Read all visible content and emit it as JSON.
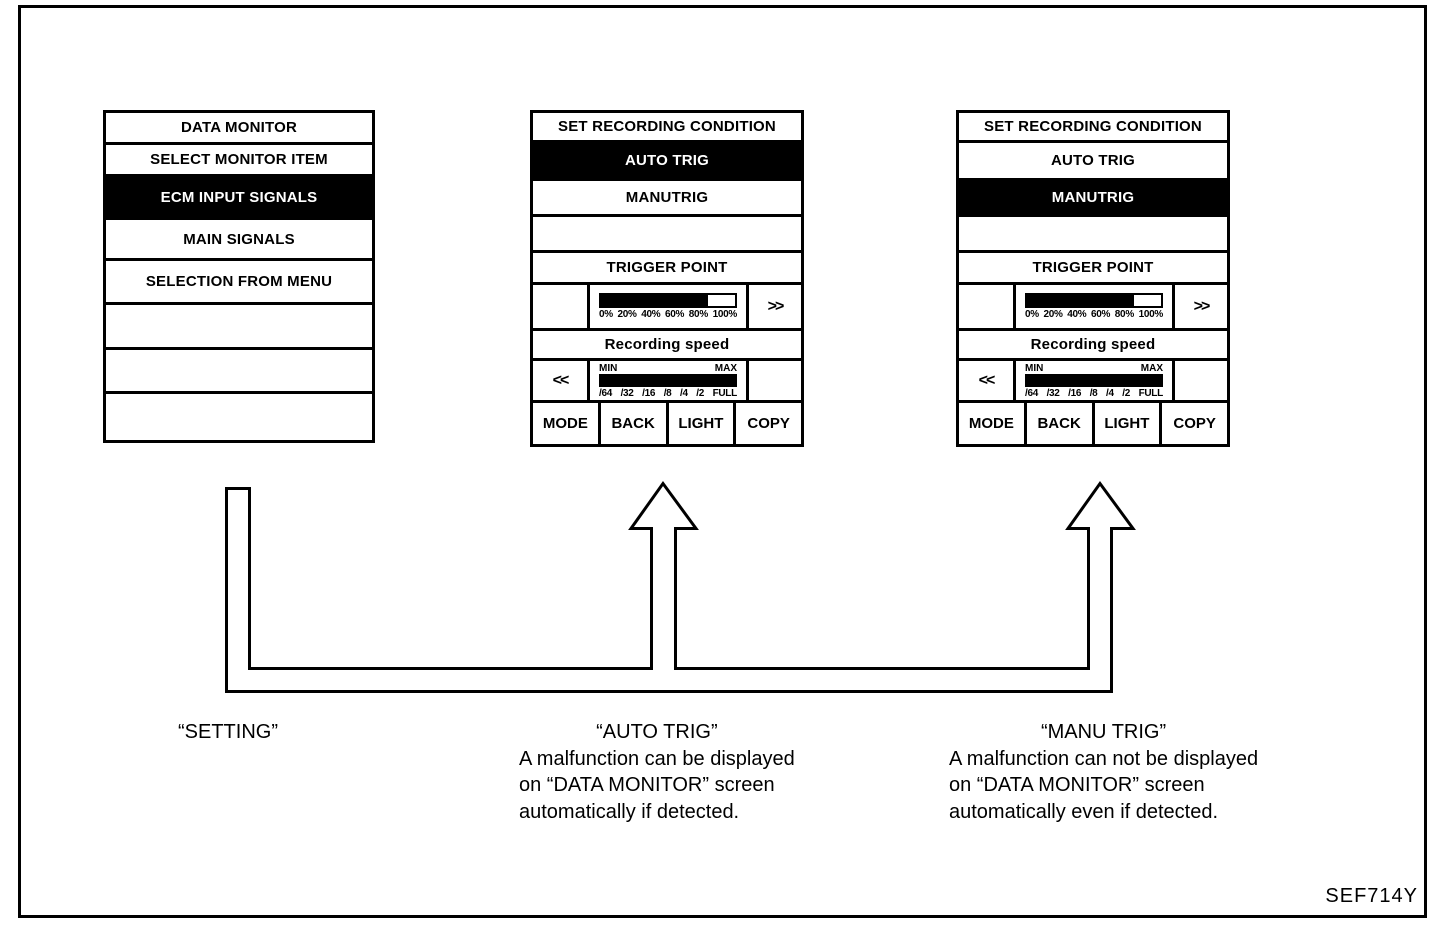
{
  "data_monitor_screen": {
    "title": "DATA MONITOR",
    "selected_item": "ECM INPUT SIGNALS",
    "items": [
      "SELECT MONITOR ITEM",
      "ECM INPUT SIGNALS",
      "MAIN SIGNALS",
      "SELECTION FROM MENU",
      "",
      "",
      ""
    ]
  },
  "auto_trig_screen": {
    "title": "SET RECORDING CONDITION",
    "selected_item": "AUTO TRIG",
    "auto_trig_label": "AUTO TRIG",
    "manu_trig_label": "MANUTRIG",
    "empty_row": "",
    "trigger_point_label": "TRIGGER POINT",
    "trigger_bar": {
      "fill_percent": 80,
      "scale": [
        "0%",
        "20%",
        "40%",
        "60%",
        "80%",
        "100%"
      ]
    },
    "forward_button": ">>",
    "recording_speed_label": "Recording speed",
    "speed_bar": {
      "min_label": "MIN",
      "max_label": "MAX",
      "fill_percent": 100,
      "scale": [
        "/64",
        "/32",
        "/16",
        "/8",
        "/4",
        "/2",
        "FULL"
      ]
    },
    "back_button": "<<",
    "function_keys": [
      "MODE",
      "BACK",
      "LIGHT",
      "COPY"
    ]
  },
  "manu_trig_screen": {
    "title": "SET RECORDING CONDITION",
    "selected_item": "MANUTRIG",
    "auto_trig_label": "AUTO TRIG",
    "manu_trig_label": "MANUTRIG",
    "empty_row": "",
    "trigger_point_label": "TRIGGER POINT",
    "trigger_bar": {
      "fill_percent": 80,
      "scale": [
        "0%",
        "20%",
        "40%",
        "60%",
        "80%",
        "100%"
      ]
    },
    "forward_button": ">>",
    "recording_speed_label": "Recording speed",
    "speed_bar": {
      "min_label": "MIN",
      "max_label": "MAX",
      "fill_percent": 100,
      "scale": [
        "/64",
        "/32",
        "/16",
        "/8",
        "/4",
        "/2",
        "FULL"
      ]
    },
    "back_button": "<<",
    "function_keys": [
      "MODE",
      "BACK",
      "LIGHT",
      "COPY"
    ]
  },
  "captions": {
    "setting": "“SETTING”",
    "auto_trig": {
      "title": "“AUTO TRIG”",
      "lines": [
        "A malfunction can be displayed",
        "on “DATA MONITOR” screen",
        "automatically if detected."
      ]
    },
    "manu_trig": {
      "title": "“MANU TRIG”",
      "lines": [
        "A malfunction can not be displayed",
        "on “DATA MONITOR” screen",
        "automatically even if detected."
      ]
    }
  },
  "ref_code": "SEF714Y"
}
